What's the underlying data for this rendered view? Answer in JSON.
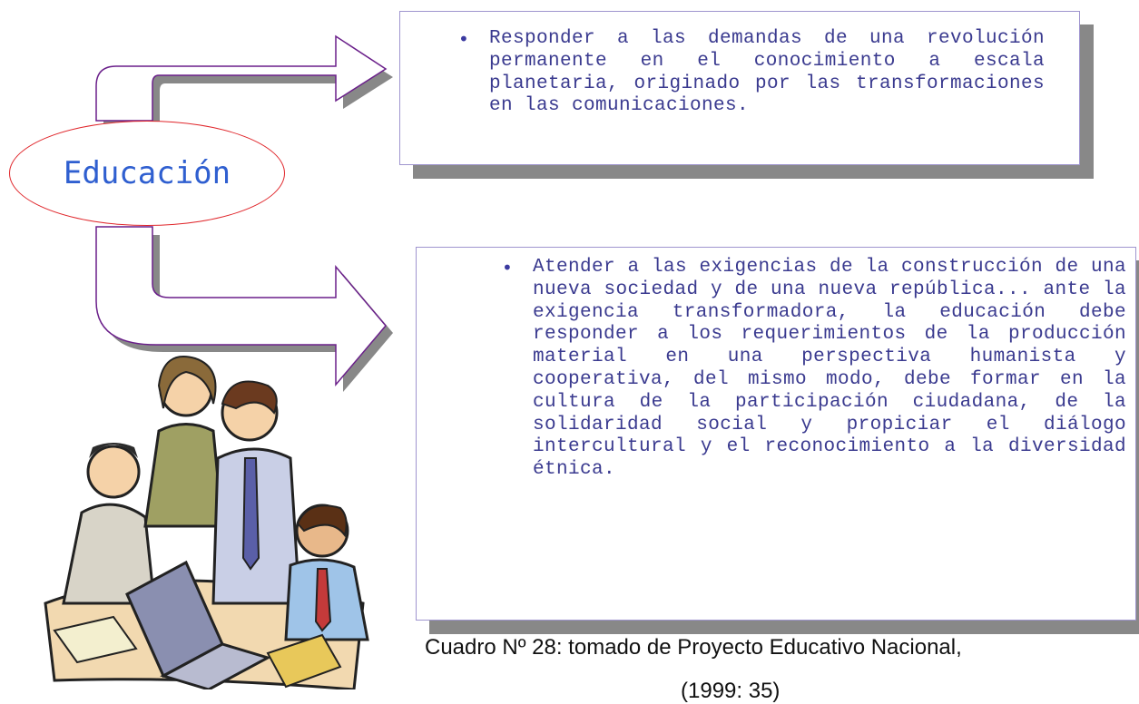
{
  "diagram": {
    "center_node": {
      "label": "Educación"
    },
    "boxes": [
      {
        "text": "Responder a las demandas de una revolución permanente en el conocimiento a escala planetaria, originado por las transformaciones en las comunicaciones."
      },
      {
        "text": "Atender a las exigencias de la construcción de una nueva sociedad y de una nueva república... ante la exigencia transformadora, la educación debe responder a los requerimientos de la producción material en una perspectiva humanista y cooperativa, del mismo modo, debe formar en la cultura de la participación ciudadana, de la solidaridad social y propiciar el diálogo intercultural y el reconocimiento a la diversidad étnica."
      }
    ]
  },
  "caption": {
    "line1": "Cuadro Nº 28: tomado de Proyecto Educativo Nacional,",
    "line2": "(1999: 35)"
  },
  "clipart": {
    "icon": "meeting-people-clipart"
  },
  "colors": {
    "node_border": "#e0262b",
    "node_text": "#2f5fd0",
    "arrow_outline": "#6a1f8a",
    "box_border": "#9f95cf",
    "box_text": "#3a3a8f",
    "shadow": "#888888"
  }
}
